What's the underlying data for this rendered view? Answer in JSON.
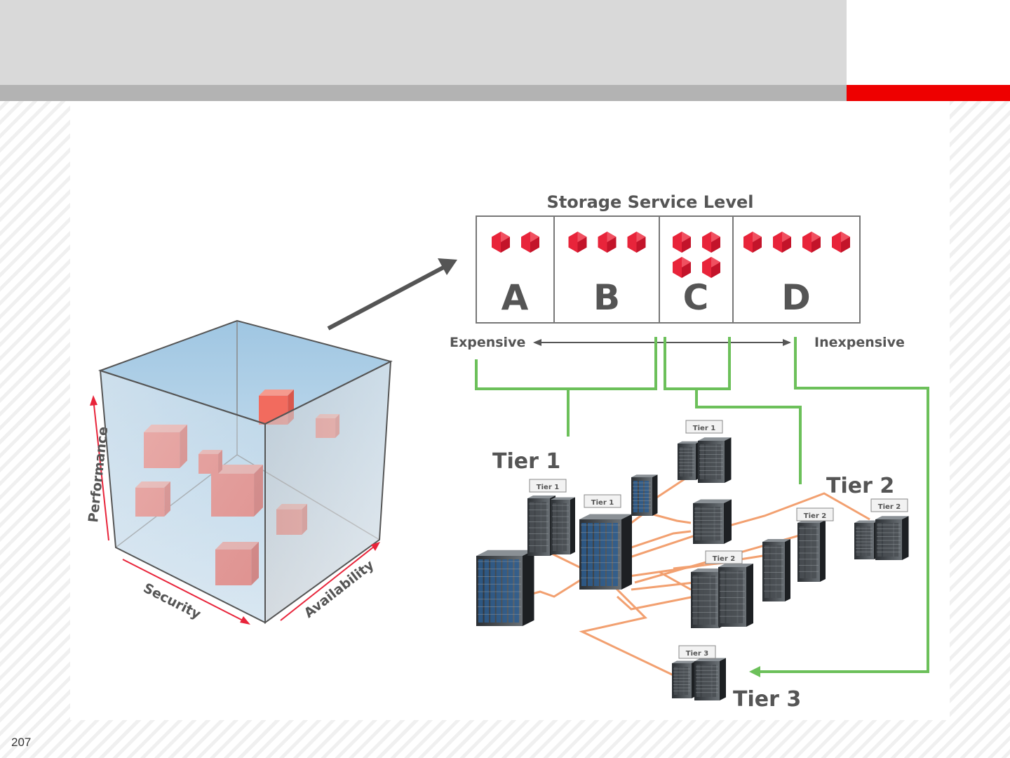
{
  "page": {
    "number": "207"
  },
  "cube": {
    "axis_vertical": "Performance",
    "axis_left": "Security",
    "axis_right": "Availability"
  },
  "storage": {
    "title": "Storage Service Level",
    "levels": [
      {
        "letter": "A",
        "count": 2
      },
      {
        "letter": "B",
        "count": 3
      },
      {
        "letter": "C",
        "count": 4
      },
      {
        "letter": "D",
        "count": 4
      }
    ],
    "scale_left": "Expensive",
    "scale_right": "Inexpensive"
  },
  "tiers": {
    "tier1_label": "Tier 1",
    "tier2_label": "Tier 2",
    "tier3_label": "Tier 3",
    "tag_tier1": "Tier 1",
    "tag_tier2": "Tier 2",
    "tag_tier3": "Tier 3"
  },
  "colors": {
    "accent_red": "#ee0000",
    "box_red": "#e8243a",
    "link_green": "#6cc05a",
    "link_orange": "#f2a070"
  }
}
